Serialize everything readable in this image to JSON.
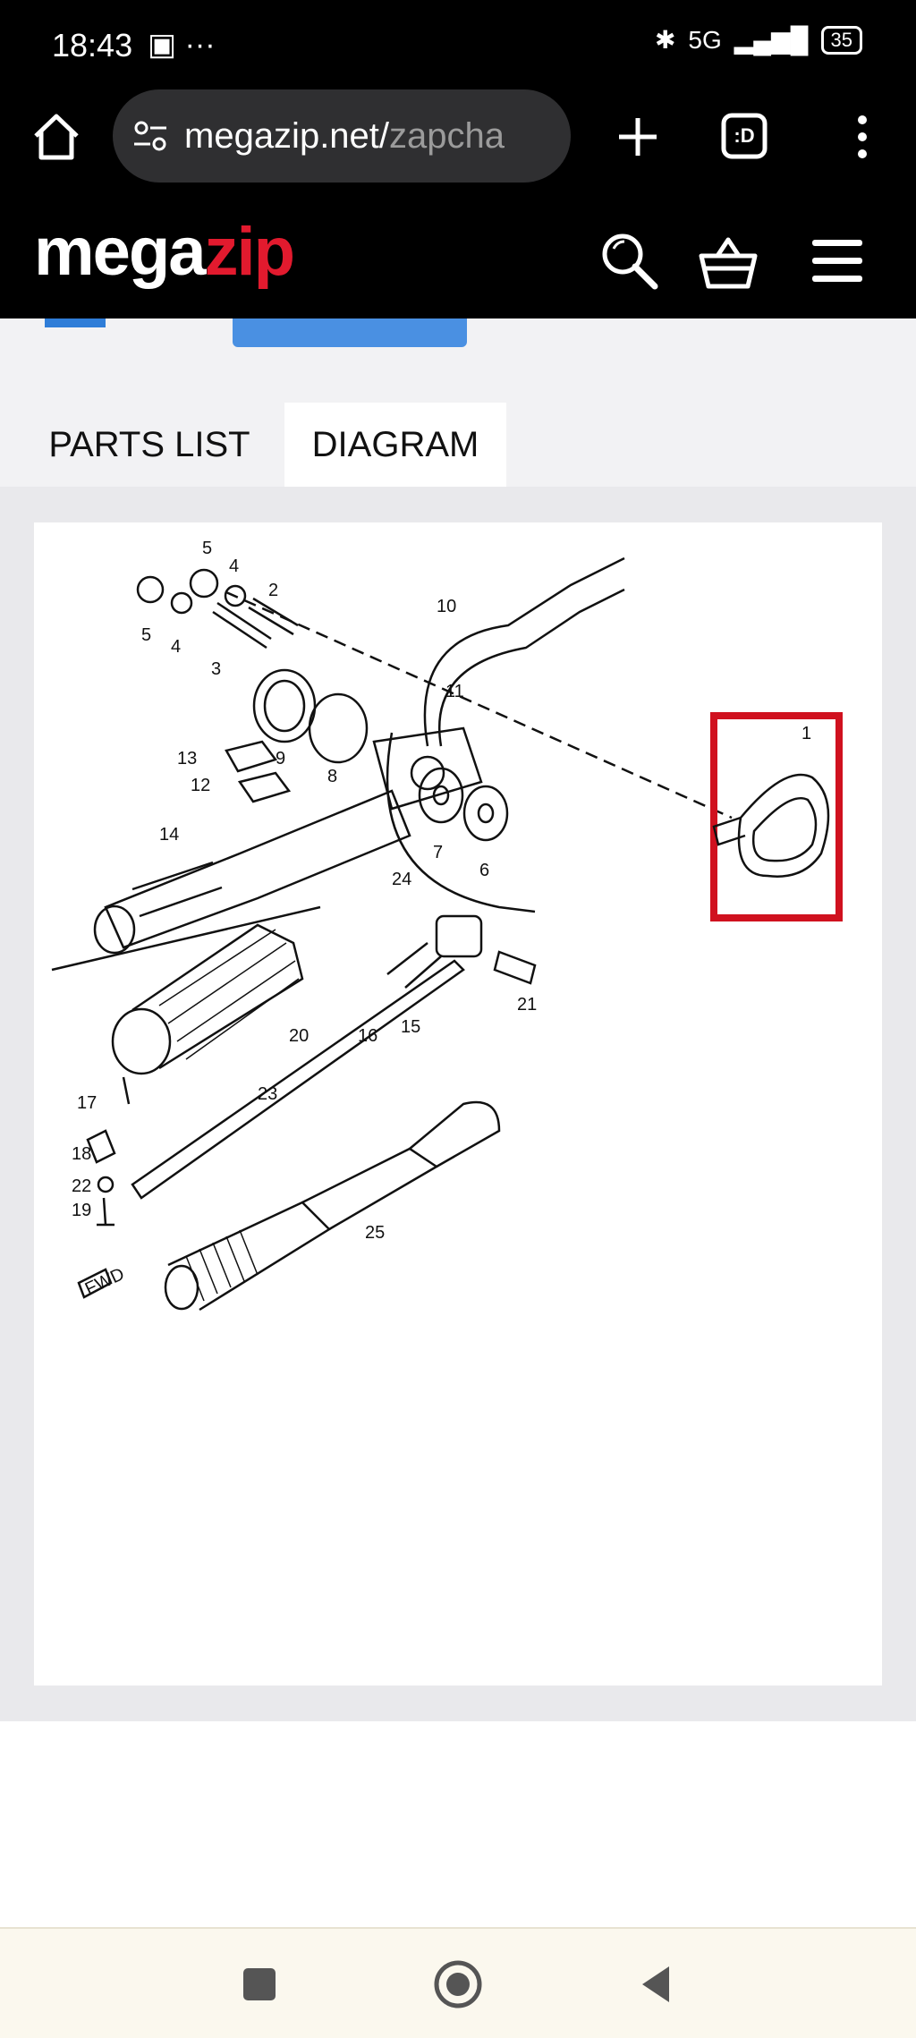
{
  "status_bar": {
    "time": "18:43",
    "left_icons": "▣ ···",
    "battery": "35",
    "network": "5G"
  },
  "browser": {
    "url_domain": "megazip.net/",
    "url_path": "zapcha",
    "tab_count_label": ":D"
  },
  "site": {
    "logo_mega": "mega",
    "logo_zip": "zip"
  },
  "tabs": [
    {
      "label": "PARTS LIST"
    },
    {
      "label": "DIAGRAM"
    }
  ],
  "diagram": {
    "highlight_color": "#d0111f",
    "callouts": [
      "1",
      "2",
      "3",
      "4",
      "4",
      "5",
      "5",
      "6",
      "7",
      "8",
      "9",
      "10",
      "11",
      "12",
      "13",
      "14",
      "15",
      "16",
      "17",
      "18",
      "19",
      "20",
      "21",
      "22",
      "23",
      "24",
      "25"
    ],
    "fwd_label": "FWD"
  },
  "colors": {
    "brand_red": "#e21a2e",
    "header_bg": "#000000",
    "blue_button": "#4a90e2"
  }
}
